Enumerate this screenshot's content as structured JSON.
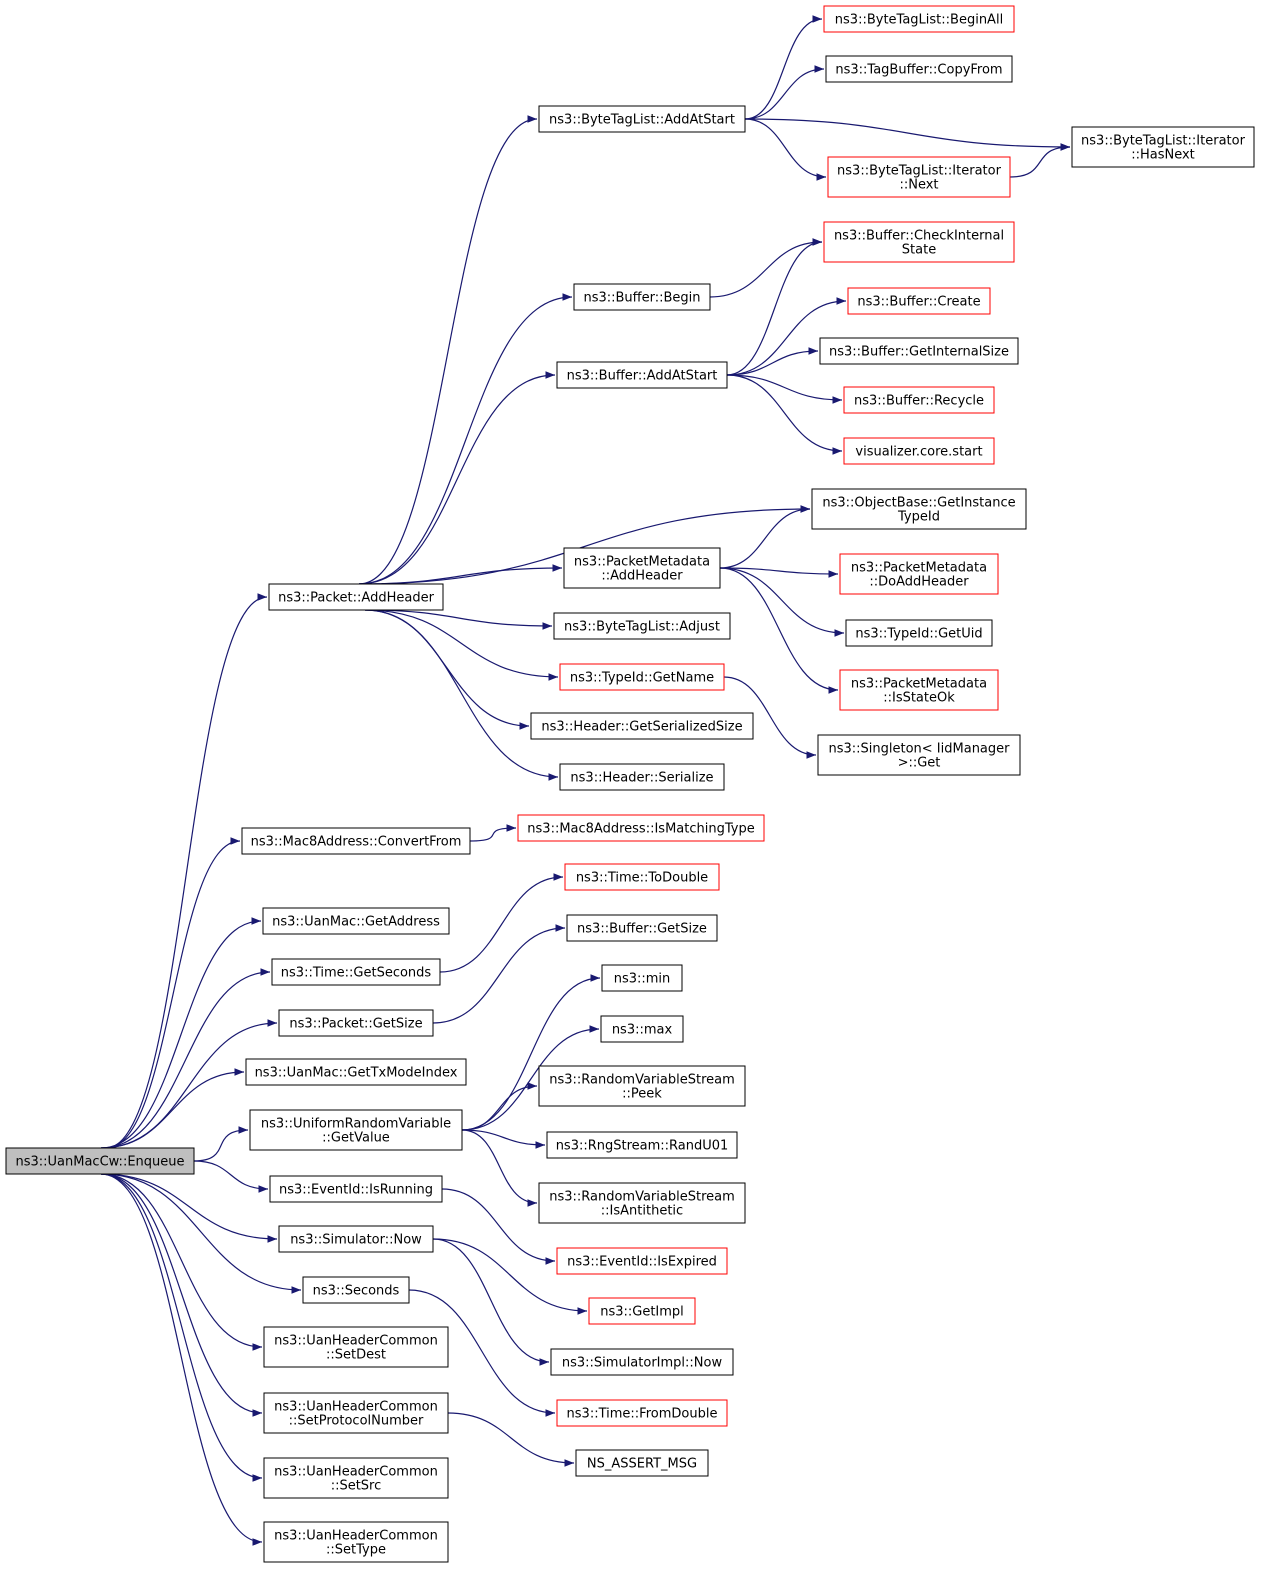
{
  "graph": {
    "title": "Call graph of ns3::UanMacCw::Enqueue",
    "colors": {
      "edge": "#191970",
      "border": "#000000",
      "truncated_border": "#ff0000",
      "root_fill": "#bfbfbf"
    },
    "nodes": [
      {
        "id": "root",
        "lines": [
          "ns3::UanMacCw::Enqueue"
        ],
        "style": "root"
      },
      {
        "id": "addheader",
        "lines": [
          "ns3::Packet::AddHeader"
        ],
        "style": "normal"
      },
      {
        "id": "convertfrom",
        "lines": [
          "ns3::Mac8Address::ConvertFrom"
        ],
        "style": "normal"
      },
      {
        "id": "getaddress",
        "lines": [
          "ns3::UanMac::GetAddress"
        ],
        "style": "normal"
      },
      {
        "id": "getseconds",
        "lines": [
          "ns3::Time::GetSeconds"
        ],
        "style": "normal"
      },
      {
        "id": "pktgetsize",
        "lines": [
          "ns3::Packet::GetSize"
        ],
        "style": "normal"
      },
      {
        "id": "gettxmode",
        "lines": [
          "ns3::UanMac::GetTxModeIndex"
        ],
        "style": "normal"
      },
      {
        "id": "urvgetvalue",
        "lines": [
          "ns3::UniformRandomVariable",
          "::GetValue"
        ],
        "style": "normal"
      },
      {
        "id": "isrunning",
        "lines": [
          "ns3::EventId::IsRunning"
        ],
        "style": "normal"
      },
      {
        "id": "simnow",
        "lines": [
          "ns3::Simulator::Now"
        ],
        "style": "normal"
      },
      {
        "id": "seconds",
        "lines": [
          "ns3::Seconds"
        ],
        "style": "normal"
      },
      {
        "id": "setdest",
        "lines": [
          "ns3::UanHeaderCommon",
          "::SetDest"
        ],
        "style": "normal"
      },
      {
        "id": "setproto",
        "lines": [
          "ns3::UanHeaderCommon",
          "::SetProtocolNumber"
        ],
        "style": "normal"
      },
      {
        "id": "setsrc",
        "lines": [
          "ns3::UanHeaderCommon",
          "::SetSrc"
        ],
        "style": "normal"
      },
      {
        "id": "settype",
        "lines": [
          "ns3::UanHeaderCommon",
          "::SetType"
        ],
        "style": "normal"
      },
      {
        "id": "btl_addatstart",
        "lines": [
          "ns3::ByteTagList::AddAtStart"
        ],
        "style": "normal"
      },
      {
        "id": "buf_begin",
        "lines": [
          "ns3::Buffer::Begin"
        ],
        "style": "normal"
      },
      {
        "id": "buf_addatstart",
        "lines": [
          "ns3::Buffer::AddAtStart"
        ],
        "style": "normal"
      },
      {
        "id": "pm_addheader",
        "lines": [
          "ns3::PacketMetadata",
          "::AddHeader"
        ],
        "style": "normal"
      },
      {
        "id": "btl_adjust",
        "lines": [
          "ns3::ByteTagList::Adjust"
        ],
        "style": "normal"
      },
      {
        "id": "typeid_getname",
        "lines": [
          "ns3::TypeId::GetName"
        ],
        "style": "red"
      },
      {
        "id": "hdr_getsersize",
        "lines": [
          "ns3::Header::GetSerializedSize"
        ],
        "style": "normal"
      },
      {
        "id": "hdr_serialize",
        "lines": [
          "ns3::Header::Serialize"
        ],
        "style": "normal"
      },
      {
        "id": "mac8_ismatching",
        "lines": [
          "ns3::Mac8Address::IsMatchingType"
        ],
        "style": "red"
      },
      {
        "id": "time_todouble",
        "lines": [
          "ns3::Time::ToDouble"
        ],
        "style": "red"
      },
      {
        "id": "buf_getsize",
        "lines": [
          "ns3::Buffer::GetSize"
        ],
        "style": "normal"
      },
      {
        "id": "min",
        "lines": [
          "ns3::min"
        ],
        "style": "normal"
      },
      {
        "id": "max",
        "lines": [
          "ns3::max"
        ],
        "style": "normal"
      },
      {
        "id": "rvs_peek",
        "lines": [
          "ns3::RandomVariableStream",
          "::Peek"
        ],
        "style": "normal"
      },
      {
        "id": "randu01",
        "lines": [
          "ns3::RngStream::RandU01"
        ],
        "style": "normal"
      },
      {
        "id": "rvs_isanti",
        "lines": [
          "ns3::RandomVariableStream",
          "::IsAntithetic"
        ],
        "style": "normal"
      },
      {
        "id": "isexpired",
        "lines": [
          "ns3::EventId::IsExpired"
        ],
        "style": "red"
      },
      {
        "id": "getimpl",
        "lines": [
          "ns3::GetImpl"
        ],
        "style": "red"
      },
      {
        "id": "simimpl_now",
        "lines": [
          "ns3::SimulatorImpl::Now"
        ],
        "style": "normal"
      },
      {
        "id": "fromdouble",
        "lines": [
          "ns3::Time::FromDouble"
        ],
        "style": "red"
      },
      {
        "id": "assertmsg",
        "lines": [
          "NS_ASSERT_MSG"
        ],
        "style": "normal"
      },
      {
        "id": "beginall",
        "lines": [
          "ns3::ByteTagList::BeginAll"
        ],
        "style": "red"
      },
      {
        "id": "copyfrom",
        "lines": [
          "ns3::TagBuffer::CopyFrom"
        ],
        "style": "normal"
      },
      {
        "id": "iter_hasnext",
        "lines": [
          "ns3::ByteTagList::Iterator",
          "::HasNext"
        ],
        "style": "normal"
      },
      {
        "id": "iter_next",
        "lines": [
          "ns3::ByteTagList::Iterator",
          "::Next"
        ],
        "style": "red"
      },
      {
        "id": "checkinternal",
        "lines": [
          "ns3::Buffer::CheckInternal",
          "State"
        ],
        "style": "red"
      },
      {
        "id": "buf_create",
        "lines": [
          "ns3::Buffer::Create"
        ],
        "style": "red"
      },
      {
        "id": "getinternalsize",
        "lines": [
          "ns3::Buffer::GetInternalSize"
        ],
        "style": "normal"
      },
      {
        "id": "recycle",
        "lines": [
          "ns3::Buffer::Recycle"
        ],
        "style": "red"
      },
      {
        "id": "viz_start",
        "lines": [
          "visualizer.core.start"
        ],
        "style": "red"
      },
      {
        "id": "getinstancetypeid",
        "lines": [
          "ns3::ObjectBase::GetInstance",
          "TypeId"
        ],
        "style": "normal"
      },
      {
        "id": "pm_doaddheader",
        "lines": [
          "ns3::PacketMetadata",
          "::DoAddHeader"
        ],
        "style": "red"
      },
      {
        "id": "typeid_getuid",
        "lines": [
          "ns3::TypeId::GetUid"
        ],
        "style": "normal"
      },
      {
        "id": "pm_isstateok",
        "lines": [
          "ns3::PacketMetadata",
          "::IsStateOk"
        ],
        "style": "red"
      },
      {
        "id": "singleton_get",
        "lines": [
          "ns3::Singleton< IidManager",
          ">::Get"
        ],
        "style": "normal"
      }
    ],
    "edges": [
      [
        "root",
        "addheader"
      ],
      [
        "root",
        "convertfrom"
      ],
      [
        "root",
        "getaddress"
      ],
      [
        "root",
        "getseconds"
      ],
      [
        "root",
        "pktgetsize"
      ],
      [
        "root",
        "gettxmode"
      ],
      [
        "root",
        "urvgetvalue"
      ],
      [
        "root",
        "isrunning"
      ],
      [
        "root",
        "simnow"
      ],
      [
        "root",
        "seconds"
      ],
      [
        "root",
        "setdest"
      ],
      [
        "root",
        "setproto"
      ],
      [
        "root",
        "setsrc"
      ],
      [
        "root",
        "settype"
      ],
      [
        "addheader",
        "btl_addatstart"
      ],
      [
        "addheader",
        "buf_begin"
      ],
      [
        "addheader",
        "buf_addatstart"
      ],
      [
        "addheader",
        "getinstancetypeid"
      ],
      [
        "addheader",
        "pm_addheader"
      ],
      [
        "addheader",
        "btl_adjust"
      ],
      [
        "addheader",
        "typeid_getname"
      ],
      [
        "addheader",
        "hdr_getsersize"
      ],
      [
        "addheader",
        "hdr_serialize"
      ],
      [
        "btl_addatstart",
        "beginall"
      ],
      [
        "btl_addatstart",
        "copyfrom"
      ],
      [
        "btl_addatstart",
        "iter_hasnext"
      ],
      [
        "btl_addatstart",
        "iter_next"
      ],
      [
        "iter_next",
        "iter_hasnext"
      ],
      [
        "buf_begin",
        "checkinternal"
      ],
      [
        "buf_addatstart",
        "checkinternal"
      ],
      [
        "buf_addatstart",
        "buf_create"
      ],
      [
        "buf_addatstart",
        "getinternalsize"
      ],
      [
        "buf_addatstart",
        "recycle"
      ],
      [
        "buf_addatstart",
        "viz_start"
      ],
      [
        "pm_addheader",
        "getinstancetypeid"
      ],
      [
        "pm_addheader",
        "pm_doaddheader"
      ],
      [
        "pm_addheader",
        "typeid_getuid"
      ],
      [
        "pm_addheader",
        "pm_isstateok"
      ],
      [
        "typeid_getname",
        "singleton_get"
      ],
      [
        "convertfrom",
        "mac8_ismatching"
      ],
      [
        "getseconds",
        "time_todouble"
      ],
      [
        "pktgetsize",
        "buf_getsize"
      ],
      [
        "urvgetvalue",
        "min"
      ],
      [
        "urvgetvalue",
        "max"
      ],
      [
        "urvgetvalue",
        "rvs_peek"
      ],
      [
        "urvgetvalue",
        "randu01"
      ],
      [
        "urvgetvalue",
        "rvs_isanti"
      ],
      [
        "isrunning",
        "isexpired"
      ],
      [
        "simnow",
        "getimpl"
      ],
      [
        "simnow",
        "simimpl_now"
      ],
      [
        "seconds",
        "fromdouble"
      ],
      [
        "setproto",
        "assertmsg"
      ]
    ]
  }
}
